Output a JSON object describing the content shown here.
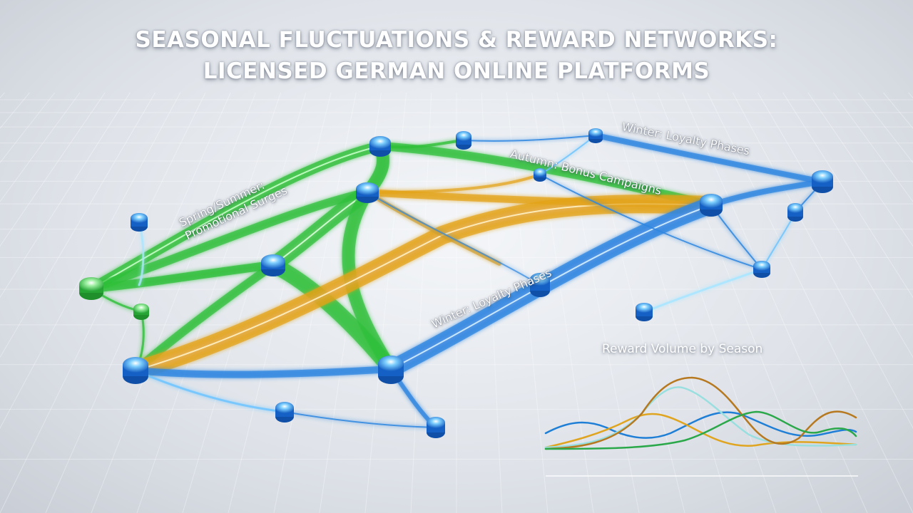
{
  "title": {
    "line1": "SEASONAL FLUCTUATIONS & REWARD NETWORKS:",
    "line2": "LICENSED GERMAN ONLINE PLATFORMS"
  },
  "labels": {
    "spring_line1": "Spring/Summer:",
    "spring_line2": "Promotional Surges",
    "autumn": "Autumn: Bonus Campaigns",
    "winter_top": "Winter: Loyalty Phases",
    "winter_mid": "Winter: Loyalty Phases"
  },
  "colors": {
    "spring": "#2fbf3a",
    "autumn": "#e3a21a",
    "winter": "#2f86e0",
    "node_blue": "#1f7fe0",
    "node_green": "#39c24a"
  },
  "mini_chart": {
    "title": "Reward Volume by Season",
    "series_colors": [
      "#1f7fd6",
      "#e0a520",
      "#9adfe0",
      "#b7791f",
      "#2aa84a"
    ]
  }
}
